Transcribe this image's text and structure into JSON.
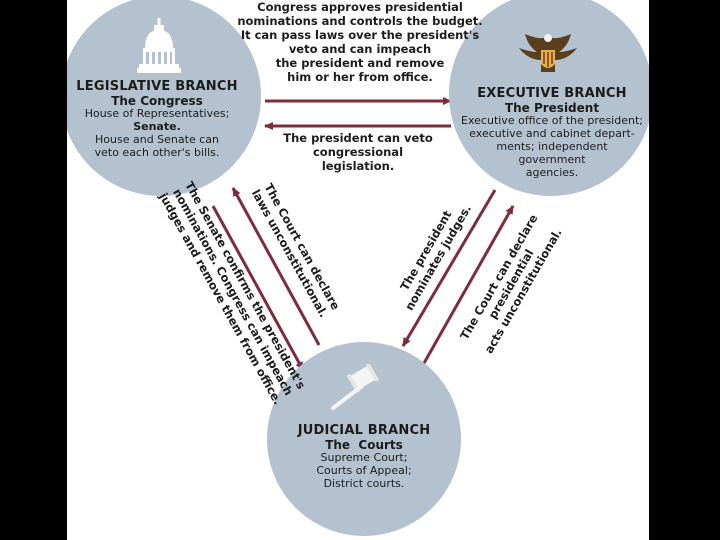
{
  "legislative": {
    "title": "LEGISLATIVE BRANCH",
    "subtitle": "The Congress",
    "lines": [
      "House of Representatives;",
      "Senate.",
      "House and Senate can",
      "veto each other's bills."
    ],
    "icon": "capitol-dome-icon"
  },
  "executive": {
    "title": "EXECUTIVE BRANCH",
    "subtitle": "The President",
    "lines": [
      "Executive office of the president;",
      "executive and cabinet depart-",
      "ments; independent",
      "government",
      "agencies."
    ],
    "icon": "eagle-seal-icon"
  },
  "judicial": {
    "title": "JUDICIAL BRANCH",
    "subtitle": "The  Courts",
    "lines": [
      "Supreme Court;",
      "Courts of Appeal;",
      "District courts."
    ],
    "icon": "gavel-icon"
  },
  "notes": {
    "leg_to_exec": [
      "Congress approves presidential",
      "nominations and controls the budget.",
      "It can pass laws over the president's",
      "veto and can impeach",
      "the president and remove",
      "him or her from office."
    ],
    "exec_to_leg": [
      "The president can veto",
      "congressional",
      "legislation."
    ],
    "court_to_leg": [
      "The Court can declare",
      "laws unconstitutional."
    ],
    "leg_to_court": [
      "The Senate confirms the president's",
      "nominations. Congress can impeach",
      "judges and remove them from office."
    ],
    "exec_to_court": [
      "The president",
      "nominates judges."
    ],
    "court_to_exec": [
      "The Court can declare",
      "presidential",
      "acts unconstitutional."
    ]
  },
  "colors": {
    "circle": "#b4c1cf",
    "arrow": "#7d2c3b",
    "frame": "#000000"
  }
}
